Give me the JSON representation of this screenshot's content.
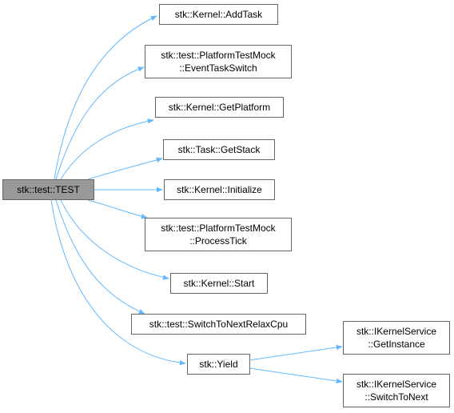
{
  "colors": {
    "edge": "#63b8ff",
    "node_border": "#666666",
    "node_fill": "#ffffff",
    "root_fill": "#999999",
    "text": "#000000"
  },
  "nodes": {
    "root": {
      "lines": [
        "stk::test::TEST"
      ]
    },
    "add_task": {
      "lines": [
        "stk::Kernel::AddTask"
      ]
    },
    "event_task_switch": {
      "lines": [
        "stk::test::PlatformTestMock",
        "::EventTaskSwitch"
      ]
    },
    "get_platform": {
      "lines": [
        "stk::Kernel::GetPlatform"
      ]
    },
    "get_stack": {
      "lines": [
        "stk::Task::GetStack"
      ]
    },
    "initialize": {
      "lines": [
        "stk::Kernel::Initialize"
      ]
    },
    "process_tick": {
      "lines": [
        "stk::test::PlatformTestMock",
        "::ProcessTick"
      ]
    },
    "start": {
      "lines": [
        "stk::Kernel::Start"
      ]
    },
    "switch_relax": {
      "lines": [
        "stk::test::SwitchToNextRelaxCpu"
      ]
    },
    "yield": {
      "lines": [
        "stk::Yield"
      ]
    },
    "get_instance": {
      "lines": [
        "stk::IKernelService",
        "::GetInstance"
      ]
    },
    "switch_to_next": {
      "lines": [
        "stk::IKernelService",
        "::SwitchToNext"
      ]
    }
  }
}
